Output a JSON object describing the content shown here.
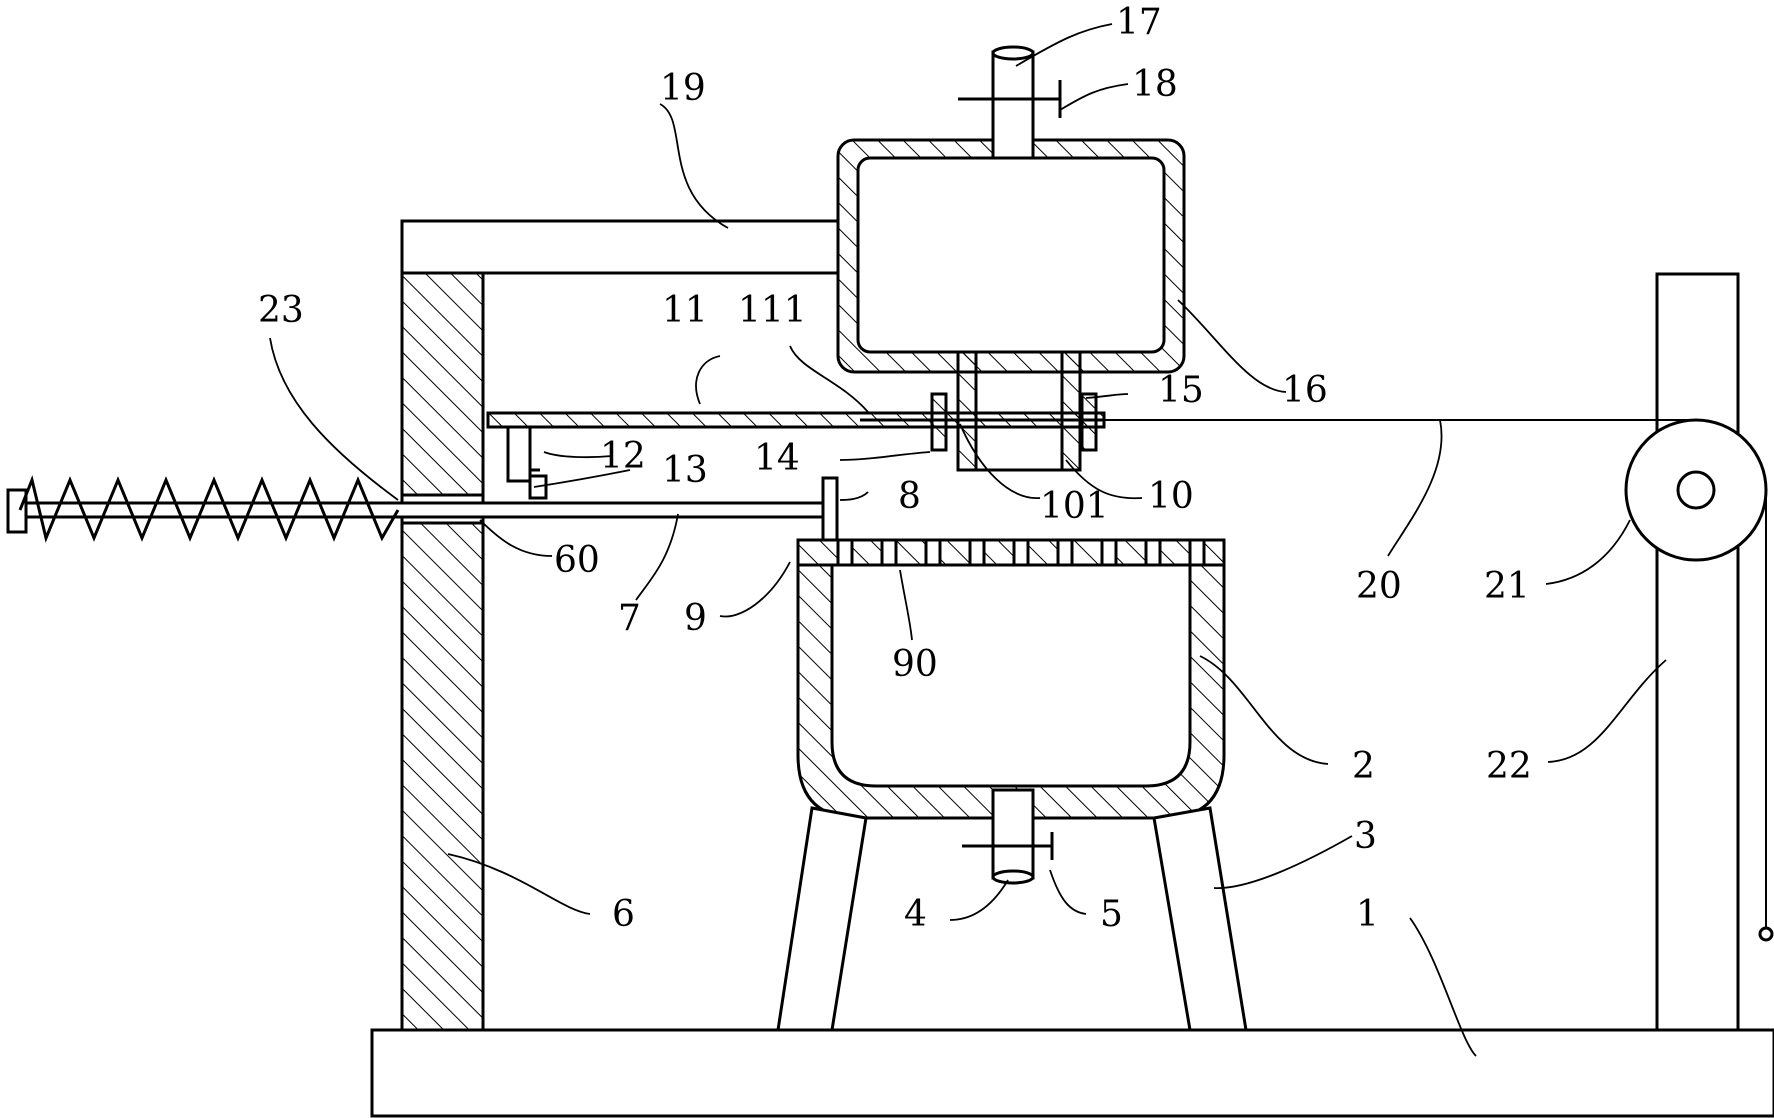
{
  "labels": {
    "l1": "1",
    "l2": "2",
    "l3": "3",
    "l4": "4",
    "l5": "5",
    "l6": "6",
    "l7": "7",
    "l8": "8",
    "l9": "9",
    "l10": "10",
    "l11": "11",
    "l12": "12",
    "l13": "13",
    "l14": "14",
    "l15": "15",
    "l16": "16",
    "l17": "17",
    "l18": "18",
    "l19": "19",
    "l20": "20",
    "l21": "21",
    "l22": "22",
    "l23": "23",
    "l60": "60",
    "l90": "90",
    "l101": "101",
    "l111": "111"
  }
}
